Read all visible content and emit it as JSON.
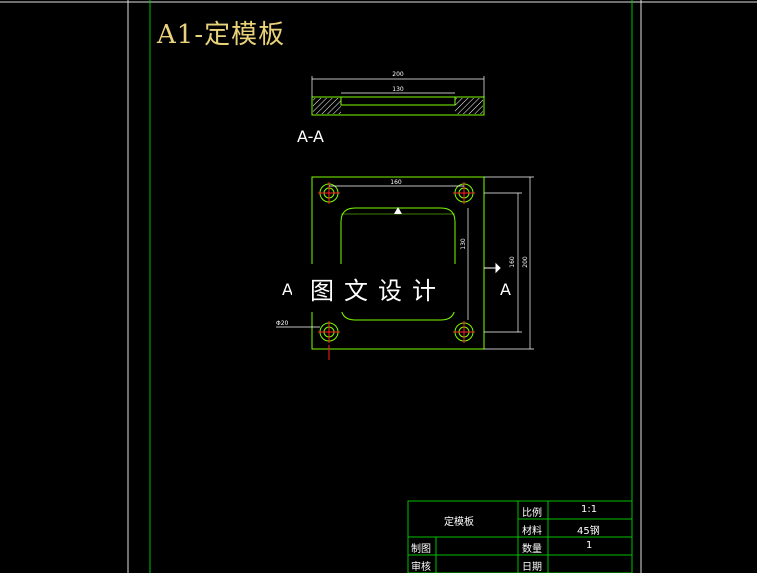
{
  "drawing": {
    "title": "A1-定模板",
    "section_label": "A-A",
    "side_label_left": "A",
    "side_label_right": "A",
    "watermark": "图文设计",
    "dims": {
      "section_width": "200",
      "section_inner": "130",
      "top_hole_span": "160",
      "right_inner": "160",
      "right_outer": "200",
      "pocket_height": "130",
      "hole_dia": "Φ20"
    }
  },
  "title_block": {
    "part_name": "定模板",
    "scale_label": "比例",
    "scale_value": "1:1",
    "material_label": "材料",
    "material_value": "45钢",
    "qty_label": "数量",
    "qty_value": "1",
    "drawn_label": "制图",
    "checked_label": "审核",
    "date_label": "日期"
  },
  "colors": {
    "frame": "#00c000",
    "outline": "#7cfc00",
    "center": "#ff2020",
    "title": "#e8d27a",
    "hatch": "#ffffff"
  }
}
